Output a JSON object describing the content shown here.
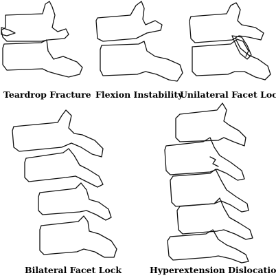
{
  "panels": [
    {
      "id": "teardrop",
      "label": "Teardrop Fracture"
    },
    {
      "id": "flexion",
      "label": "Flexion Instability"
    },
    {
      "id": "unilateral",
      "label": "Unilateral Facet Lock"
    },
    {
      "id": "bilateral",
      "label": "Bilateral Facet Lock"
    },
    {
      "id": "hyperext",
      "label": "Hyperextension Dislocation"
    }
  ]
}
